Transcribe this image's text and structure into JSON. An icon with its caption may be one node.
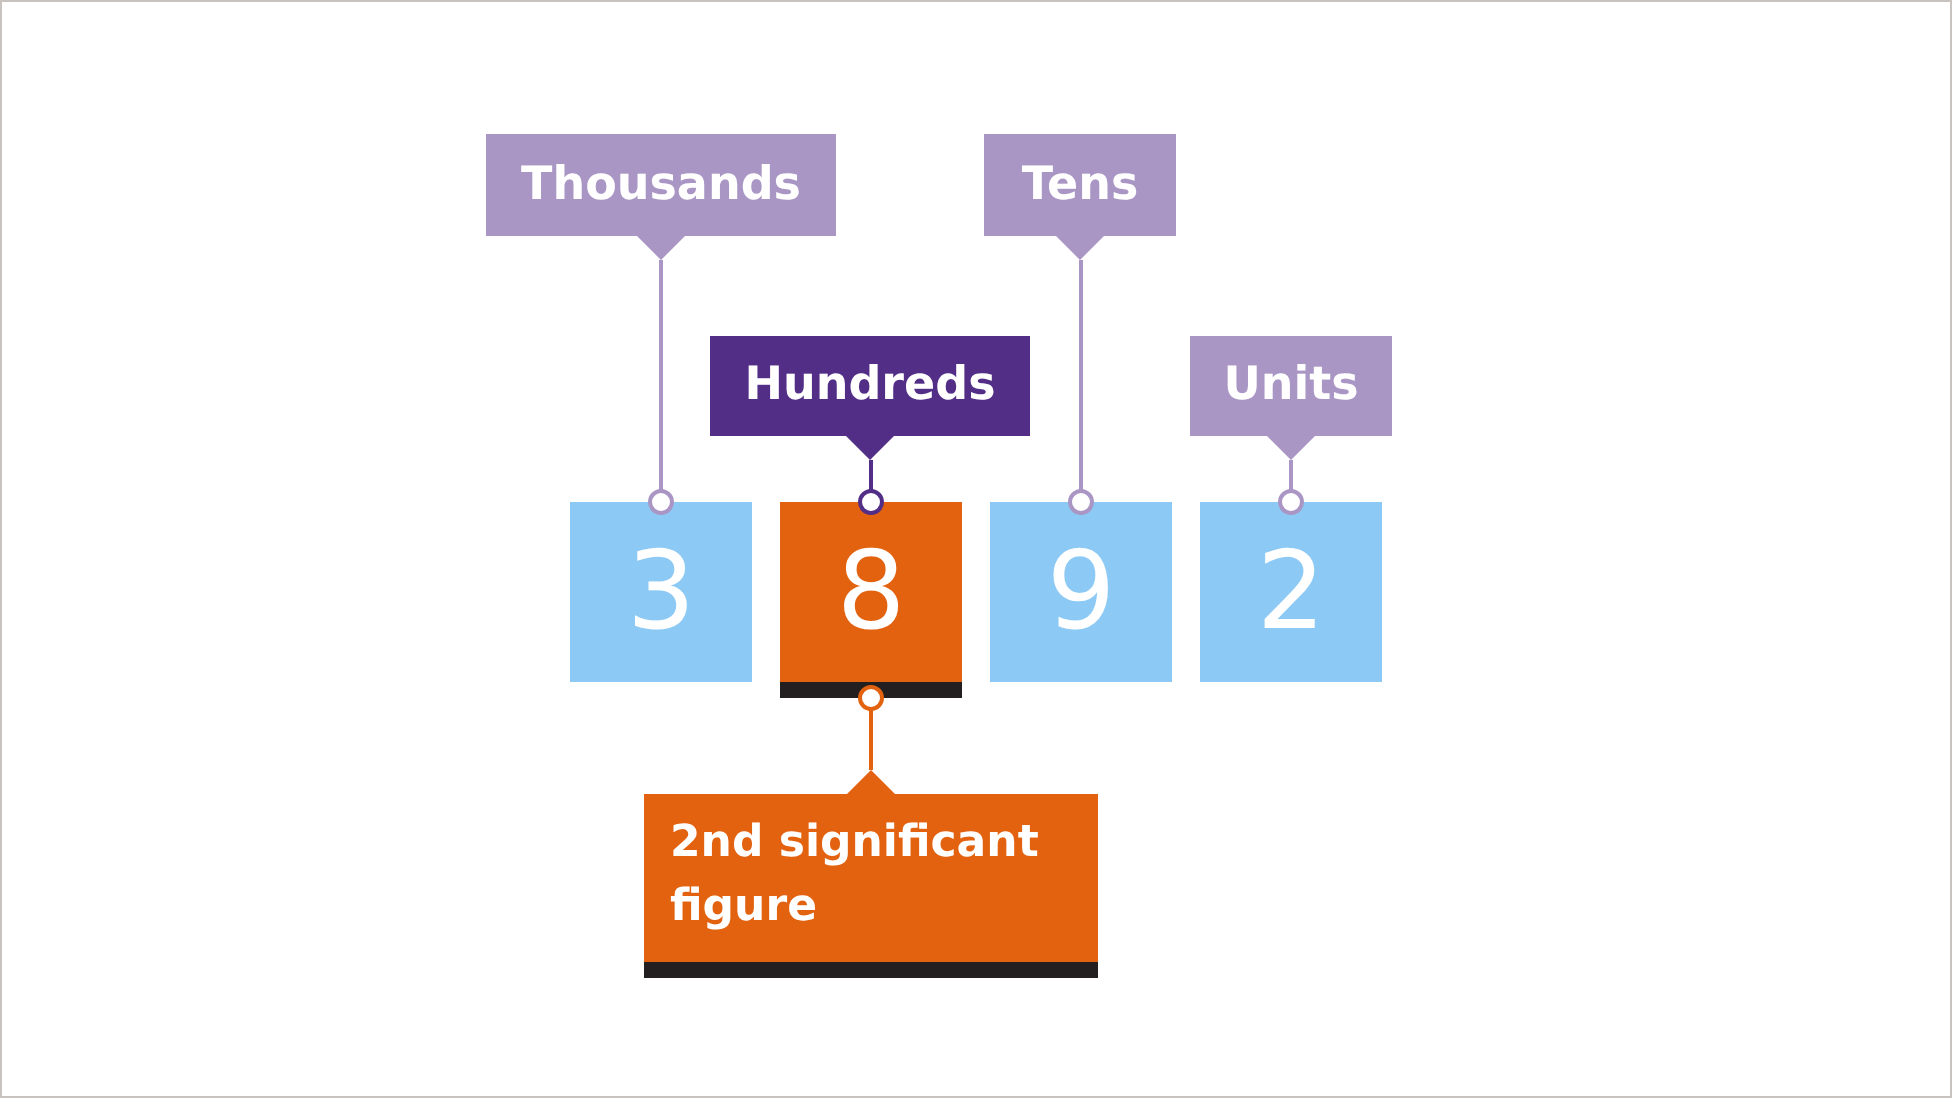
{
  "diagram": {
    "nodes": [
      {
        "text": [
          "Thousands"
        ]
      },
      {
        "text": [
          "Tens"
        ]
      },
      {
        "text": [
          "Hundreds"
        ]
      },
      {
        "text": [
          "Units"
        ]
      },
      {
        "text": [
          "3"
        ]
      },
      {
        "text": [
          "8"
        ]
      },
      {
        "text": [
          "9"
        ]
      },
      {
        "text": [
          "2"
        ]
      },
      {
        "text": [
          "2nd significant figure"
        ]
      }
    ],
    "edges": [
      {
        "from": 0,
        "to": 4,
        "arrow": "other"
      },
      {
        "from": 1,
        "to": 6,
        "arrow": "other"
      },
      {
        "from": 2,
        "to": 5,
        "arrow": "other",
        "color": "#532e87"
      },
      {
        "from": 3,
        "to": 7,
        "arrow": "other"
      },
      {
        "from": 8,
        "to": 5,
        "arrow": "other",
        "color": "#e3620f"
      }
    ]
  }
}
